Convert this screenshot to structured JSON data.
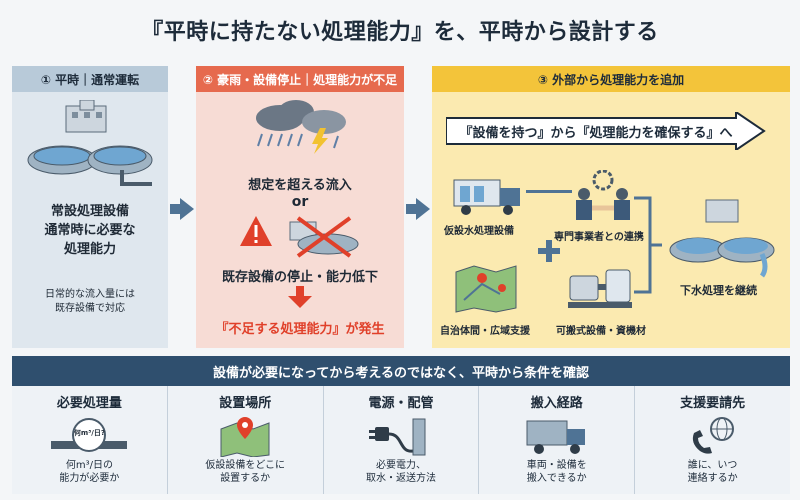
{
  "title": "『平時に持たない処理能力』を、平時から設計する",
  "panel1": {
    "header": "① 平時｜通常運転",
    "main": [
      "常設処理設備",
      "通常時に必要な",
      "処理能力"
    ],
    "note": [
      "日常的な流入量には",
      "既存設備で対応"
    ]
  },
  "panel2": {
    "header": "② 豪雨・設備停止｜処理能力が不足",
    "line1": "想定を超える流入",
    "or": "or",
    "line2": "既存設備の停止・能力低下",
    "result": "『不足する処理能力』が発生"
  },
  "panel3": {
    "header": "③ 外部から処理能力を追加",
    "arrow_text": "『設備を持つ』から『処理能力を確保する』へ",
    "items": {
      "temp": "仮設水処理設備",
      "expert": "専門事業者との連携",
      "local": "自治体間・広域支援",
      "portable": "可搬式設備・資機材",
      "result": "下水処理を継続"
    }
  },
  "bottom": {
    "banner": "設備が必要になってから考えるのではなく、平時から条件を確認",
    "columns": [
      {
        "title": "必要処理量",
        "desc": [
          "何m³/日の",
          "能力が必要か"
        ],
        "icon_label": "何m³/日?"
      },
      {
        "title": "設置場所",
        "desc": [
          "仮設設備をどこに",
          "設置するか"
        ]
      },
      {
        "title": "電源・配管",
        "desc": [
          "必要電力、",
          "取水・返送方法"
        ]
      },
      {
        "title": "搬入経路",
        "desc": [
          "車両・設備を",
          "搬入できるか"
        ]
      },
      {
        "title": "支援要請先",
        "desc": [
          "誰に、いつ",
          "連絡するか"
        ]
      }
    ]
  },
  "colors": {
    "accent_red": "#e0402a",
    "navy": "#2f4f6e",
    "yellow": "#f3c43a"
  }
}
